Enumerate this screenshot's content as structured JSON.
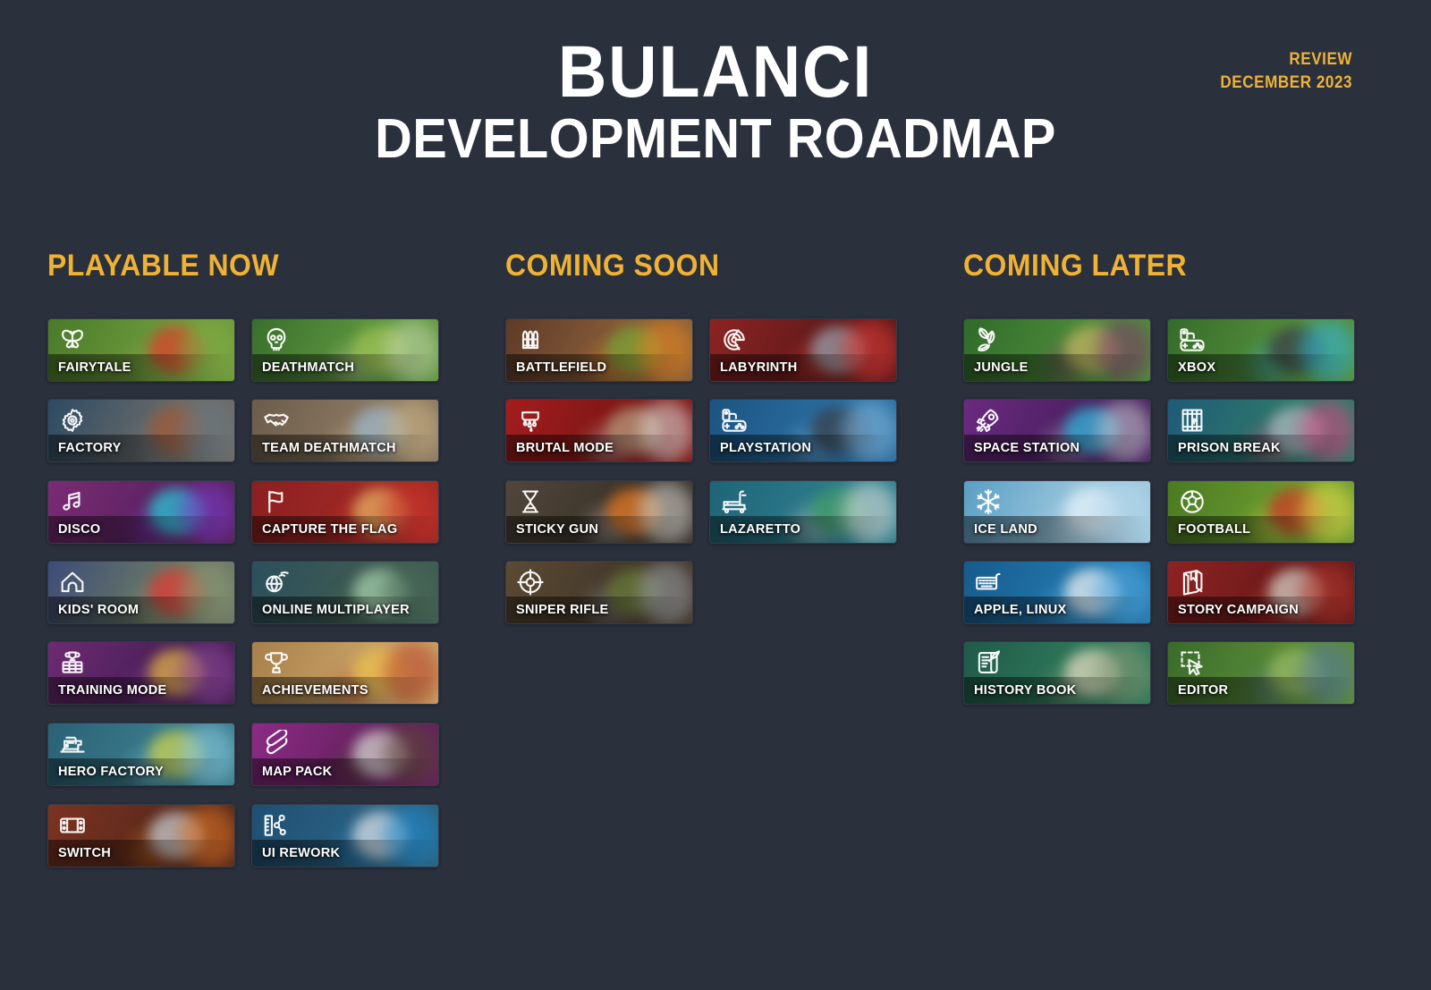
{
  "header": {
    "main_title": "BULANCI",
    "sub_title": "DEVELOPMENT ROADMAP",
    "review_line1": "REVIEW",
    "review_line2": "DECEMBER 2023"
  },
  "theme": {
    "background": "#2a303c",
    "accent_gold": "#efb235",
    "text_white": "#ffffff"
  },
  "columns": [
    {
      "heading": "PLAYABLE NOW",
      "cards": [
        {
          "label": "FAIRYTALE",
          "icon": "butterfly-icon",
          "color_a": "#4a7a2a",
          "color_b": "#6f9c3e",
          "art_a": "#d2402f",
          "art_b": "#86ab4c"
        },
        {
          "label": "DEATHMATCH",
          "icon": "skull-icon",
          "color_a": "#39702c",
          "color_b": "#5f9640",
          "art_a": "#9fc05a",
          "art_b": "#c8d7b0"
        },
        {
          "label": "FACTORY",
          "icon": "gear-icon",
          "color_a": "#2c4a63",
          "color_b": "#6c6c6a",
          "art_a": "#9a5b3c",
          "art_b": "#6d7a82"
        },
        {
          "label": "TEAM DEATHMATCH",
          "icon": "handshake-icon",
          "color_a": "#6b5c4b",
          "color_b": "#8d7a63",
          "art_a": "#9fb8cc",
          "art_b": "#c9b48a"
        },
        {
          "label": "DISCO",
          "icon": "music-notes-icon",
          "color_a": "#7a2b74",
          "color_b": "#5a2360",
          "art_a": "#35c8d4",
          "art_b": "#7a3ec0"
        },
        {
          "label": "CAPTURE THE FLAG",
          "icon": "flag-icon",
          "color_a": "#8b1f20",
          "color_b": "#a12a26",
          "art_a": "#e2b36a",
          "art_b": "#c23a30"
        },
        {
          "label": "KIDS' ROOM",
          "icon": "archway-icon",
          "color_a": "#3d4c77",
          "color_b": "#6b7a66",
          "art_a": "#d63b36",
          "art_b": "#8f9a77"
        },
        {
          "label": "ONLINE MULTIPLAYER",
          "icon": "globe-signal-icon",
          "color_a": "#2b4f5c",
          "color_b": "#3f5c52",
          "art_a": "#a9cfae",
          "art_b": "#4c6b58"
        },
        {
          "label": "TRAINING MODE",
          "icon": "trophy-board-icon",
          "color_a": "#6c2a72",
          "color_b": "#4a2058",
          "art_a": "#e0b552",
          "art_b": "#8a4a96"
        },
        {
          "label": "ACHIEVEMENTS",
          "icon": "trophy-icon",
          "color_a": "#a8804a",
          "color_b": "#c9a267",
          "art_a": "#e8c05a",
          "art_b": "#b0452f"
        },
        {
          "label": "HERO FACTORY",
          "icon": "sewing-machine-icon",
          "color_a": "#2a6176",
          "color_b": "#3b7d8c",
          "art_a": "#cfd35a",
          "art_b": "#8fcbe0"
        },
        {
          "label": "MAP PACK",
          "icon": "map-scroll-icon",
          "color_a": "#8c2a86",
          "color_b": "#66225f",
          "art_a": "#d9d9d6",
          "art_b": "#5a4636"
        },
        {
          "label": "SWITCH",
          "icon": "switch-console-icon",
          "color_a": "#7c3220",
          "color_b": "#5a2a1c",
          "art_a": "#c9cdd2",
          "art_b": "#d6762c"
        },
        {
          "label": "UI REWORK",
          "icon": "ruler-nodes-icon",
          "color_a": "#1f4f72",
          "color_b": "#2b6283",
          "art_a": "#dfe3e8",
          "art_b": "#2a89c4"
        }
      ]
    },
    {
      "heading": "COMING SOON",
      "cards": [
        {
          "label": "BATTLEFIELD",
          "icon": "bullets-icon",
          "color_a": "#5e3a28",
          "color_b": "#8a5f3a",
          "art_a": "#7aa23c",
          "art_b": "#e0882c"
        },
        {
          "label": "LABYRINTH",
          "icon": "maze-icon",
          "color_a": "#8c2323",
          "color_b": "#611a1a",
          "art_a": "#9aa3ad",
          "art_b": "#d4403c"
        },
        {
          "label": "BRUTAL MODE",
          "icon": "blood-drip-icon",
          "color_a": "#a31d1d",
          "color_b": "#7d1616",
          "art_a": "#b59b7e",
          "art_b": "#e0e0dc"
        },
        {
          "label": "PLAYSTATION",
          "icon": "gamepad-icon",
          "color_a": "#1c5480",
          "color_b": "#2a6fa3",
          "art_a": "#3a3f46",
          "art_b": "#8bb8d8"
        },
        {
          "label": "STICKY GUN",
          "icon": "hourglass-icon",
          "color_a": "#51463a",
          "color_b": "#3b332a",
          "art_a": "#e07a2c",
          "art_b": "#d9d9d4"
        },
        {
          "label": "LAZARETTO",
          "icon": "hospital-bed-icon",
          "color_a": "#1f6478",
          "color_b": "#2d7c8c",
          "art_a": "#4a9a6a",
          "art_b": "#e4e6e0"
        },
        {
          "label": "SNIPER RIFLE",
          "icon": "crosshair-icon",
          "color_a": "#5b4a33",
          "color_b": "#43372a",
          "art_a": "#6a7a3c",
          "art_b": "#9aa1a8"
        }
      ]
    },
    {
      "heading": "COMING LATER",
      "cards": [
        {
          "label": "JUNGLE",
          "icon": "leaves-icon",
          "color_a": "#2f6b2a",
          "color_b": "#4f8c3a",
          "art_a": "#c2b46a",
          "art_b": "#7a3a6a"
        },
        {
          "label": "XBOX",
          "icon": "gamepad-icon",
          "color_a": "#356b2a",
          "color_b": "#55903c",
          "art_a": "#3a3f46",
          "art_b": "#3bb3d8"
        },
        {
          "label": "SPACE STATION",
          "icon": "rocket-icon",
          "color_a": "#6b2a80",
          "color_b": "#4a2060",
          "art_a": "#3ab6d8",
          "art_b": "#c9cdd2"
        },
        {
          "label": "PRISON BREAK",
          "icon": "prison-bars-icon",
          "color_a": "#1f5a78",
          "color_b": "#2f7a6a",
          "art_a": "#b0b7be",
          "art_b": "#d04a80"
        },
        {
          "label": "ICE LAND",
          "icon": "snowflake-icon",
          "color_a": "#5a9ec4",
          "color_b": "#9ec9de",
          "art_a": "#e8f2f8",
          "art_b": "#b8d8e8"
        },
        {
          "label": "FOOTBALL",
          "icon": "football-icon",
          "color_a": "#4a7a22",
          "color_b": "#6b9c30",
          "art_a": "#c23a2a",
          "art_b": "#e8e05a"
        },
        {
          "label": "APPLE, LINUX",
          "icon": "keyboard-icon",
          "color_a": "#175b8c",
          "color_b": "#2378ae",
          "art_a": "#f0f2f4",
          "art_b": "#5aa8d8"
        },
        {
          "label": "STORY CAMPAIGN",
          "icon": "book-icon",
          "color_a": "#8e2222",
          "color_b": "#6b1a1a",
          "art_a": "#d9d4cc",
          "art_b": "#a83a30"
        },
        {
          "label": "HISTORY BOOK",
          "icon": "scroll-quill-icon",
          "color_a": "#1f5a4a",
          "color_b": "#2f7a5a",
          "art_a": "#e4dcc4",
          "art_b": "#8a9a7a"
        },
        {
          "label": "EDITOR",
          "icon": "select-cursor-icon",
          "color_a": "#3a6b2a",
          "color_b": "#5a8c3a",
          "art_a": "#9ab86a",
          "art_b": "#5a7a9a"
        }
      ]
    }
  ]
}
